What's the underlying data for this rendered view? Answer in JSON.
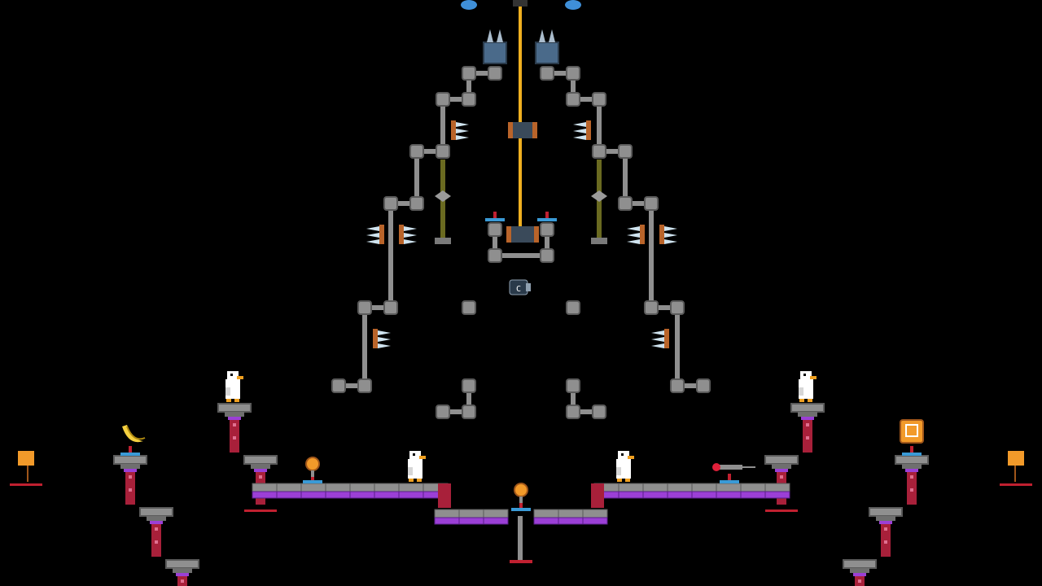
{
  "game": {
    "title": "",
    "scene": "arena"
  },
  "colors": {
    "background": "#000000",
    "pipe": "#8f8f8f",
    "pipe_dark": "#5a5a5a",
    "pillar_red": "#a8203a",
    "accent_purple": "#9b3fd6",
    "rope": "#f0b020",
    "duck_white": "#ffffff",
    "crate_orange": "#f29a2a"
  },
  "entities": {
    "ducks": [
      "duck",
      "duck",
      "duck",
      "duck"
    ],
    "items": [
      "banana-icon",
      "coin-icon",
      "coin-icon",
      "raygun-icon",
      "item-box-icon",
      "flag-icon",
      "flag-icon",
      "camera-icon"
    ],
    "hazards": [
      "spike-icon",
      "spike-icon",
      "spike-icon",
      "spike-icon",
      "spike-icon",
      "spike-icon",
      "spike-icon",
      "spike-icon"
    ],
    "camera_label": "C"
  }
}
